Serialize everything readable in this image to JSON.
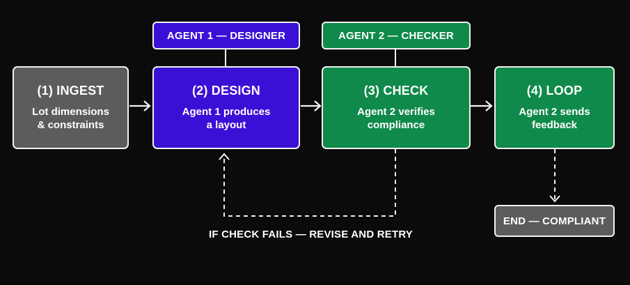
{
  "colors": {
    "background": "#0b0b0c",
    "ingest": "#5c5c5c",
    "design": "#3b10d6",
    "check": "#108a4a",
    "loop": "#108a4a",
    "end": "#5c5c5c",
    "line": "#f2f2f2"
  },
  "agents": {
    "designer": "AGENT 1 — DESIGNER",
    "checker": "AGENT 2 — CHECKER"
  },
  "steps": [
    {
      "title": "(1) INGEST",
      "desc": "Lot dimensions\n& constraints"
    },
    {
      "title": "(2) DESIGN",
      "desc": "Agent 1 produces\na layout"
    },
    {
      "title": "(3) CHECK",
      "desc": "Agent 2 verifies\ncompliance"
    },
    {
      "title": "(4) LOOP",
      "desc": "Agent 2 sends\nfeedback"
    }
  ],
  "end_label": "END — COMPLIANT",
  "retry_label": "IF CHECK FAILS — REVISE AND RETRY"
}
